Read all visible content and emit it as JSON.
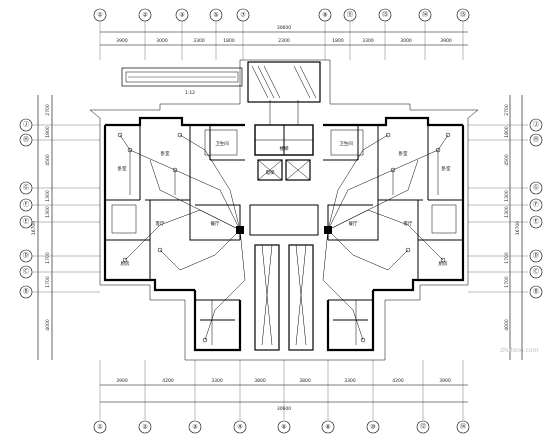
{
  "grid_top": [
    "①",
    "②",
    "③",
    "⑤",
    "⑦",
    "⑨",
    "⑪",
    "⑬",
    "⑭",
    "⑮"
  ],
  "grid_bottom": [
    "①",
    "②",
    "③",
    "④",
    "⑥",
    "⑧",
    "⑩",
    "⑫",
    "⑭",
    "⑮"
  ],
  "grid_left": [
    "Ⓙ",
    "Ⓗ",
    "Ⓖ",
    "Ⓕ",
    "Ⓔ",
    "Ⓓ",
    "Ⓒ",
    "Ⓑ"
  ],
  "grid_right": [
    "Ⓙ",
    "Ⓗ",
    "Ⓖ",
    "Ⓕ",
    "Ⓔ",
    "Ⓓ",
    "Ⓒ",
    "Ⓑ"
  ],
  "dims_top": [
    "3900",
    "3000",
    "3300",
    "1800",
    "2300",
    "1800",
    "3300",
    "3000",
    "3900"
  ],
  "dims_top_total": "30600",
  "dims_bottom": [
    "3900",
    "4200",
    "3300",
    "3800",
    "3800",
    "3300",
    "4200",
    "3900"
  ],
  "dims_bottom_total": "30600",
  "dims_left": [
    "2700",
    "1800",
    "4500",
    "1300",
    "1300",
    "1700",
    "1700",
    "4000"
  ],
  "dims_left_total": "16700",
  "dims_right": [
    "2700",
    "1800",
    "4500",
    "1300",
    "1300",
    "1700",
    "1700",
    "4000"
  ],
  "dims_right_total": "16700",
  "ramp_label": "1:12",
  "rooms": [
    "卧室",
    "卧室",
    "客厅",
    "餐厅",
    "厨房",
    "卫生间",
    "卧室",
    "卧室",
    "客厅",
    "餐厅",
    "厨房",
    "卫生间",
    "电梯",
    "楼梯"
  ],
  "watermark": "zhulong.com"
}
